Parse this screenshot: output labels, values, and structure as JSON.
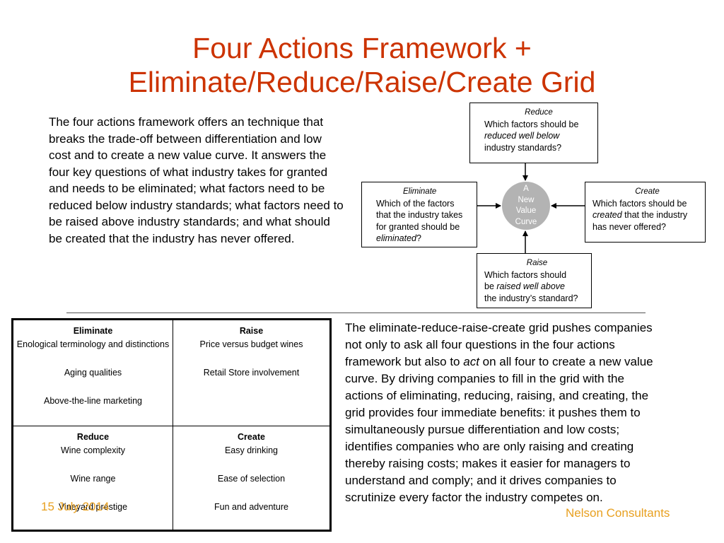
{
  "title": {
    "line1": "Four Actions Framework +",
    "line2": "Eliminate/Reduce/Raise/Create Grid"
  },
  "intro": "The four actions framework offers an technique that breaks the trade-off between differentiation and low cost and to create a new value curve.  It answers the four key questions of what industry takes for granted and needs to be eliminated; what factors need to be reduced below industry standards; what factors need to be raised above industry standards; and what should be created that the industry has never offered.",
  "diagram": {
    "reduce": {
      "heading": "Reduce",
      "line1": "Which factors should be",
      "line2": "reduced well below",
      "line3": "industry standards?"
    },
    "eliminate": {
      "heading": "Eliminate",
      "line1": "Which of the factors",
      "line2": "that the industry takes",
      "line3": "for granted should be",
      "line4_italic": "eliminated",
      "line4_end": "?"
    },
    "create": {
      "heading": "Create",
      "line1": "Which factors should be",
      "line2_italic": "created",
      "line2_end": " that the industry",
      "line3": "has never offered?"
    },
    "raise": {
      "heading": "Raise",
      "line1": "Which factors should",
      "line2_start": "be ",
      "line2_italic": "raised well above",
      "line3": "the industry’s standard?"
    },
    "center": {
      "line1": "A",
      "line2": "New",
      "line3": "Value",
      "line4": "Curve"
    }
  },
  "grid": {
    "eliminate": {
      "heading": "Eliminate",
      "items": [
        "Enological terminology and distinctions",
        "Aging qualities",
        "Above-the-line marketing"
      ]
    },
    "raise": {
      "heading": "Raise",
      "items": [
        "Price versus budget wines",
        "Retail Store involvement"
      ]
    },
    "reduce": {
      "heading": "Reduce",
      "items": [
        "Wine complexity",
        "Wine range",
        "Vineyard prestige"
      ]
    },
    "create": {
      "heading": "Create",
      "items": [
        "Easy drinking",
        "Ease of selection",
        "Fun and adventure"
      ]
    }
  },
  "para2": {
    "part1": "The eliminate-reduce-raise-create grid pushes companies not only to ask all four questions in the four actions framework but also to ",
    "part2_italic": "act",
    "part3": " on all four to create a new value curve.  By driving companies to fill in the grid with the actions of eliminating, reducing, raising, and creating, the grid provides four immediate benefits: it pushes them to simultaneously pursue differentiation and low costs; identifies companies who are only raising and creating thereby raising costs; makes it easier for managers to understand and comply; and it drives companies to scrutinize every factor the industry competes on."
  },
  "date": "15 July 2014",
  "footer": "Nelson Consultants",
  "colors": {
    "title": "#CC3300",
    "footer": "#E8A020",
    "circle": "#B3B3B3"
  }
}
